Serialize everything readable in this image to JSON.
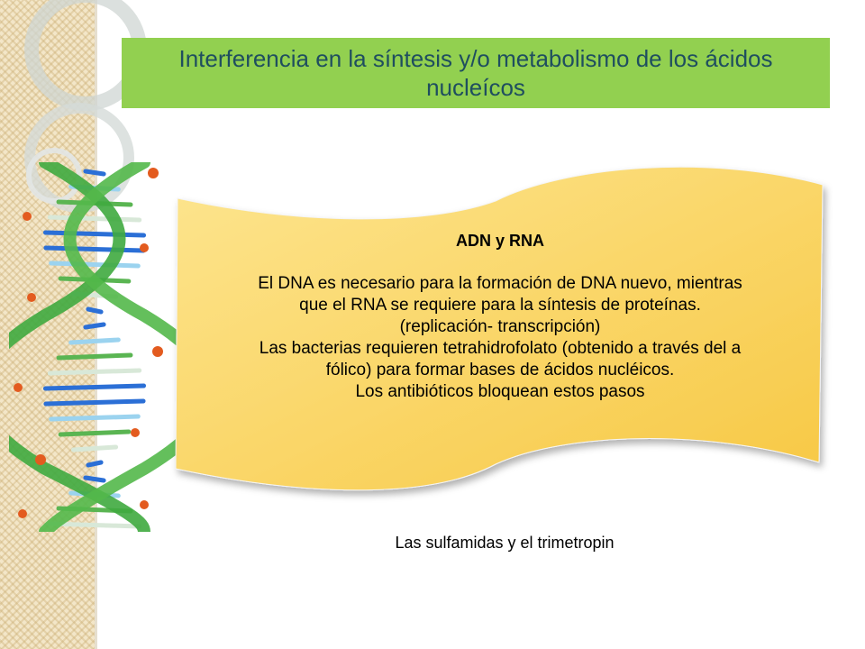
{
  "slide": {
    "title": "Interferencia en la síntesis y/o metabolismo de los ácidos nucleícos",
    "box": {
      "heading": "ADN y RNA",
      "lines": [
        "El DNA es necesario para la formación de DNA nuevo, mientras",
        "que el RNA se requiere para la síntesis de proteínas.",
        "(replicación- transcripción)",
        "Las bacterias requieren tetrahidrofolato (obtenido a través del a",
        "fólico) para formar bases de ácidos nucléicos.",
        "Los antibióticos bloquean estos pasos"
      ]
    },
    "footer": "Las sulfamidas y el trimetropin"
  },
  "colors": {
    "title_bar": "#92d050",
    "title_text": "#1f4e5f",
    "scroll_fill": "#fbd869",
    "side_strip": "#f3e6c8"
  },
  "icons": {
    "dna": "dna-helix-icon",
    "circles": "decorative-circles-icon"
  }
}
